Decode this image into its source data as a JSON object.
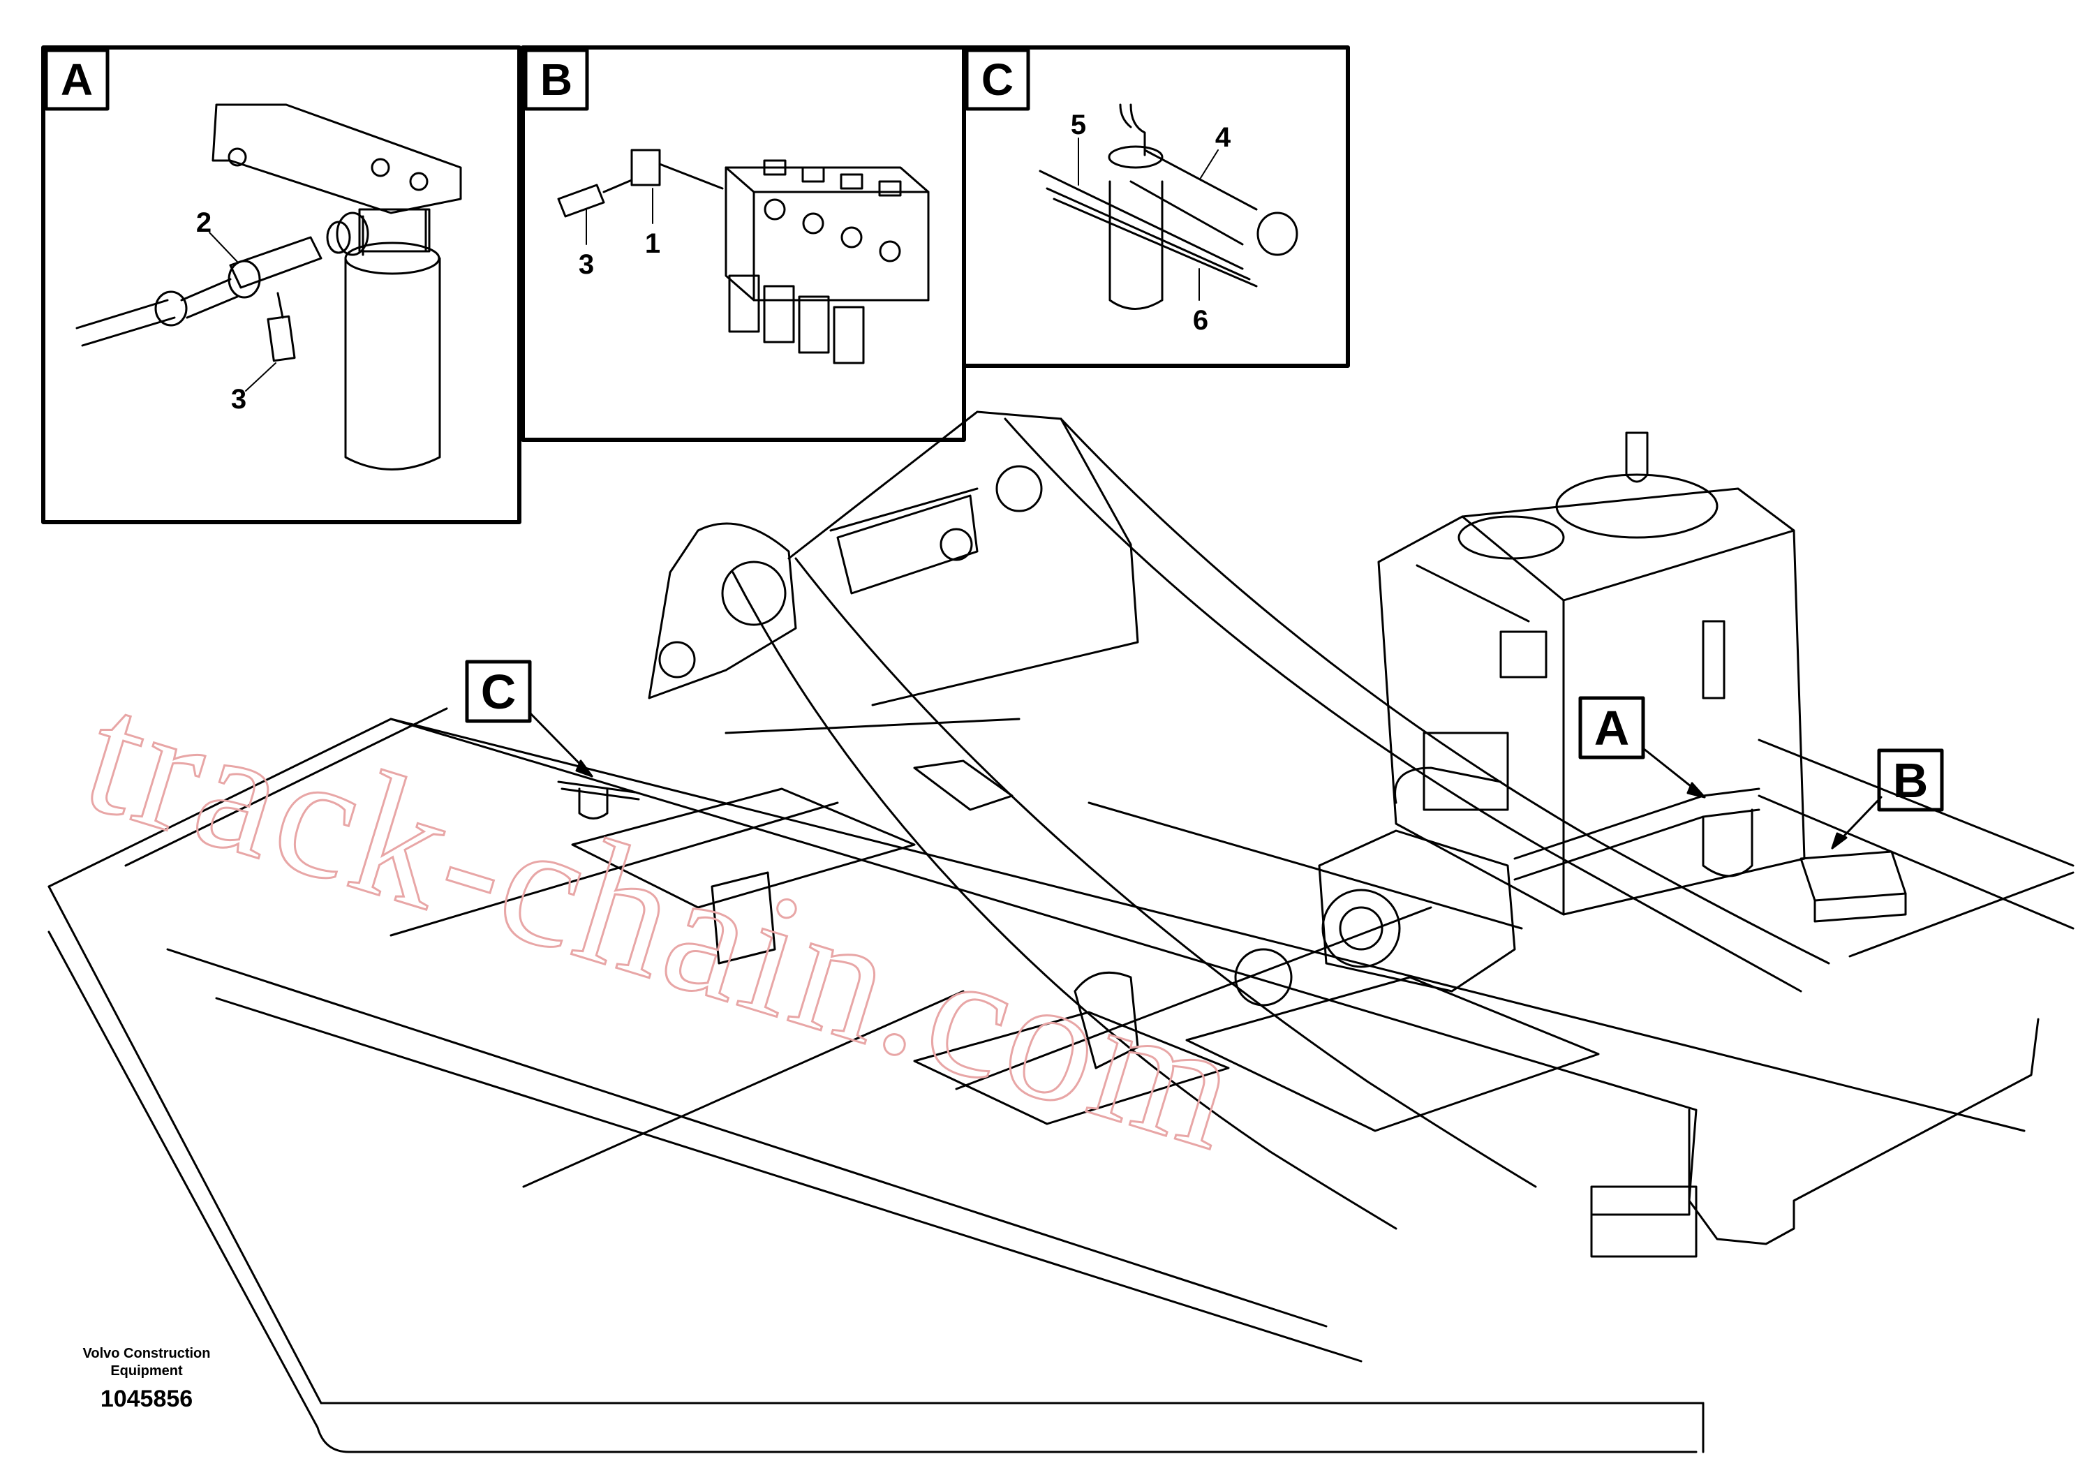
{
  "detail_boxes": [
    {
      "letter": "A",
      "part_numbers": [
        "2",
        "3"
      ]
    },
    {
      "letter": "B",
      "part_numbers": [
        "3",
        "1"
      ]
    },
    {
      "letter": "C",
      "part_numbers": [
        "5",
        "4",
        "6"
      ]
    }
  ],
  "main_callouts": [
    "C",
    "A",
    "B"
  ],
  "watermark": "track-chain.com",
  "footer": {
    "company_line1": "Volvo Construction",
    "company_line2": "Equipment",
    "drawing_number": "1045856"
  }
}
